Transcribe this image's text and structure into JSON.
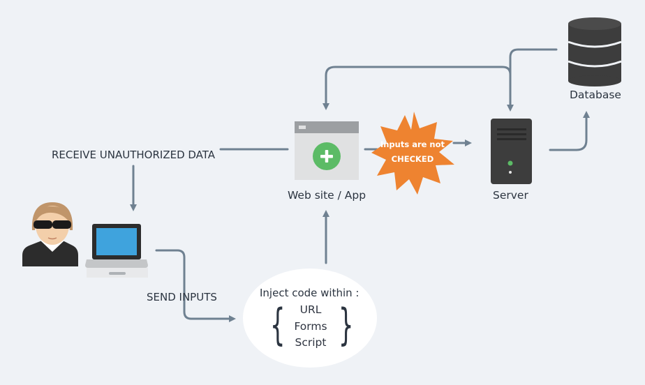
{
  "labels": {
    "receive": "RECEIVE UNAUTHORIZED DATA",
    "send": "SEND INPUTS",
    "website": "Web site / App",
    "server": "Server",
    "database": "Database"
  },
  "inject": {
    "title": "Inject code within :",
    "items": [
      "URL",
      "Forms",
      "Script"
    ]
  },
  "warning": {
    "line1": "Inputs are not",
    "line2": "CHECKED"
  },
  "icons": {
    "attacker": "hacker-with-sunglasses-icon",
    "laptop": "laptop-icon",
    "website": "browser-window-plus-icon",
    "server": "server-tower-icon",
    "database": "database-icon",
    "warning": "starburst-icon"
  },
  "colors": {
    "background": "#eff2f6",
    "arrow": "#6f8191",
    "accent_green": "#5cbb66",
    "warning_orange": "#ee8330",
    "screen_blue": "#3fa3dd",
    "server_dark": "#3d3d3d"
  }
}
